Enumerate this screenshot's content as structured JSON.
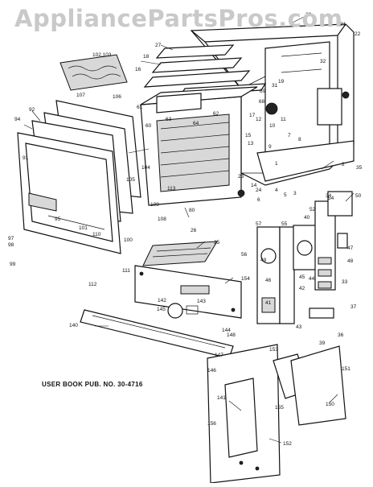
{
  "watermark": "AppliancePartsPros.com",
  "note": "USER BOOK PUB. NO. 30-4716",
  "callouts": [
    "20",
    "21",
    "22",
    "27",
    "18",
    "16",
    "19",
    "102,103",
    "94",
    "92",
    "107",
    "106",
    "91",
    "61",
    "63",
    "64",
    "62",
    "60",
    "68",
    "69",
    "105",
    "104",
    "109",
    "113",
    "108",
    "80",
    "23",
    "24",
    "1",
    "2",
    "3",
    "4",
    "5",
    "6",
    "7",
    "8",
    "9",
    "10",
    "11",
    "12",
    "13",
    "14",
    "15",
    "17",
    "25",
    "26",
    "31",
    "32",
    "33",
    "34",
    "35",
    "36",
    "37",
    "39",
    "40",
    "41",
    "42",
    "43",
    "44",
    "45",
    "46",
    "47",
    "48",
    "49",
    "50",
    "52",
    "54",
    "55",
    "56",
    "57",
    "95",
    "97",
    "98",
    "99",
    "100",
    "101",
    "110",
    "111",
    "112",
    "140",
    "141",
    "142",
    "143",
    "144",
    "145",
    "146",
    "147",
    "148",
    "150",
    "151",
    "152",
    "153",
    "154",
    "155",
    "156"
  ],
  "colors": {
    "line": "#111111",
    "watermark": "#c9c9c9",
    "background": "#ffffff"
  }
}
